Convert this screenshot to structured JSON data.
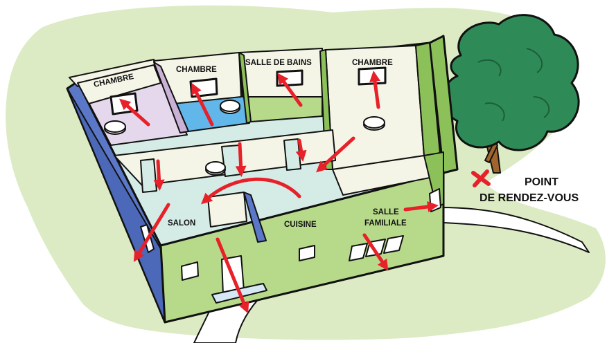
{
  "rooms": {
    "chambre_1": "CHAMBRE",
    "chambre_2": "CHAMBRE",
    "salle_de_bains": "SALLE DE BAINS",
    "chambre_3": "CHAMBRE",
    "salon": "SALON",
    "cuisine": "CUISINE",
    "salle_familiale_line1": "SALLE",
    "salle_familiale_line2": "FAMILIALE"
  },
  "meeting_point": {
    "line1": "POINT",
    "line2": "DE RENDEZ-VOUS"
  },
  "colors": {
    "background_blob": "#dcebc4",
    "arrow": "#e8202a",
    "wall_green": "#b6d98a",
    "wall_blue": "#5b78c8",
    "floor": "#d5ece6",
    "tree": "#2e8b57",
    "trunk": "#a0642d"
  },
  "icons": {
    "smoke_detector": "smoke-detector-icon",
    "exit_arrow": "exit-arrow-icon",
    "tree": "tree-icon",
    "meeting_mark": "x-mark-icon"
  }
}
